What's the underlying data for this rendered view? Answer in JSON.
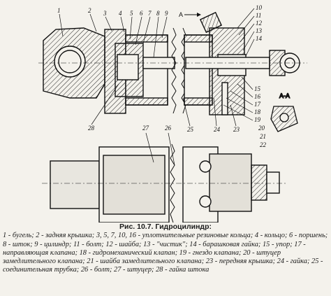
{
  "figure": {
    "callouts_top": [
      "1",
      "2",
      "3",
      "4",
      "5",
      "6",
      "7",
      "8",
      "9"
    ],
    "callouts_right": [
      "10",
      "11",
      "12",
      "13",
      "14",
      "15",
      "16",
      "17",
      "18",
      "19",
      "20",
      "21",
      "22"
    ],
    "callouts_bottom_section": [
      "28",
      "27",
      "26",
      "25",
      "24",
      "23"
    ],
    "section_mark": "А",
    "section_view_label": "А-А"
  },
  "caption": {
    "title": "Рис. 10.7. Гидроцилиндр:",
    "body": "1 - бугель; 2 - задняя крышка; 3, 5, 7, 10, 16 - уплотнительные резиновые кольца; 4 - кольцо; 6 - поршень; 8 - шток; 9 - цилиндр; 11 - болт; 12 - шайба; 13 - \"чистик\"; 14 - барашковая гайка; 15 - упор; 17 - направляющая клапана; 18 - гидромеханический клапан; 19 - гнездо клапана; 20 - штуцер замедлительного клапана; 21 - шайба замедлительного клапана; 23 - передняя крышка; 24 - гайка; 25 - соединительная трубка; 26 - болт; 27 - штуцер; 28 - гайка штока"
  }
}
